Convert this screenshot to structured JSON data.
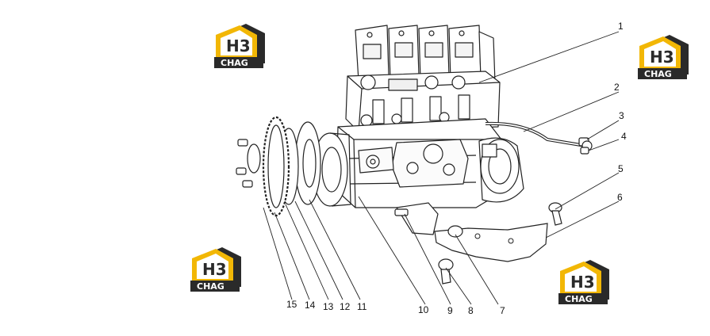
{
  "logo": {
    "mark": "H3",
    "word": "CHAG",
    "colors": {
      "yellow": "#f2b705",
      "dark": "#2a2a2a",
      "white": "#ffffff"
    }
  },
  "callouts": [
    "1",
    "2",
    "3",
    "4",
    "5",
    "6",
    "7",
    "8",
    "9",
    "10",
    "11",
    "12",
    "13",
    "14",
    "15"
  ],
  "colors": {
    "line": "#222222",
    "background": "#ffffff"
  }
}
